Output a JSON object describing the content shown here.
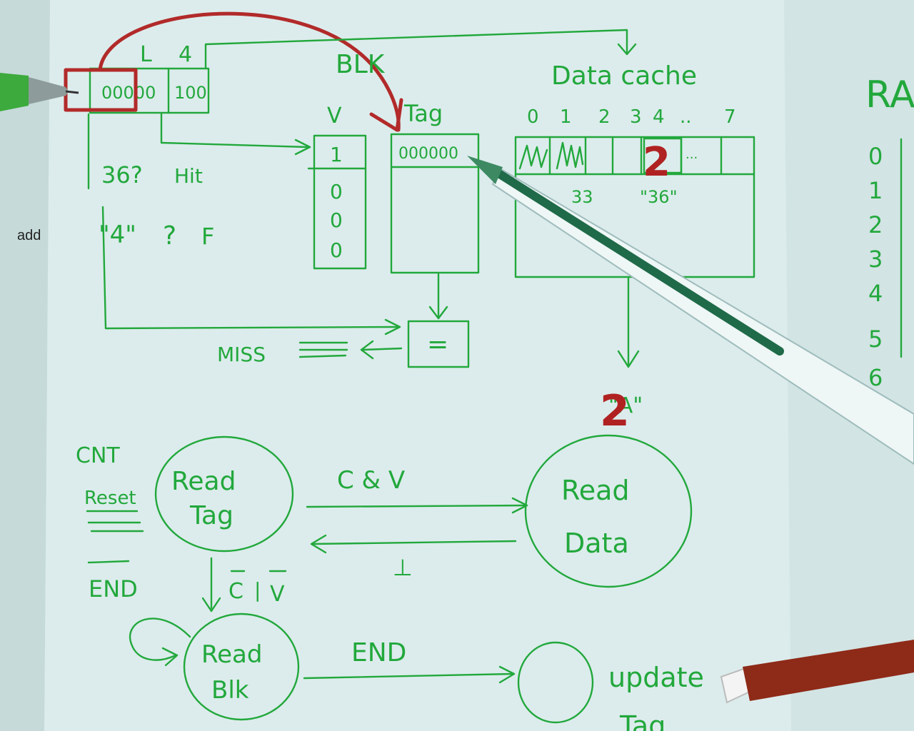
{
  "address": {
    "field_l": "L",
    "field_4": "4",
    "bits_left": "00000",
    "bits_right": "100"
  },
  "blk_label": "BLK",
  "valid_column": {
    "header": "V",
    "values": [
      "1",
      "0",
      "0",
      "0"
    ]
  },
  "tag_column": {
    "header": "Tag",
    "first_value": "000000"
  },
  "data_cache": {
    "title": "Data cache",
    "index_labels": [
      "0",
      "1",
      "2",
      "3",
      "4",
      "..",
      "7"
    ],
    "cell_note": "...",
    "value_33": "33",
    "value_36": "\"36\""
  },
  "notes": {
    "q36": "36?",
    "hit": "Hit",
    "q4": "\"4\"",
    "q_mark": "?",
    "f": "F"
  },
  "compare_symbol": "=",
  "miss_label": "MISS",
  "output_value": "\"A\"",
  "red_marks": {
    "cell_overwrite": "2",
    "output_overwrite": "2"
  },
  "fsm": {
    "cnt": "CNT",
    "reset": "Reset",
    "end_bar": "END",
    "read_tag_line1": "Read",
    "read_tag_line2": "Tag",
    "read_data_line1": "Read",
    "read_data_line2": "Data",
    "read_blk_line1": "Read",
    "read_blk_line2": "Blk",
    "cond_cv": "C & V",
    "cond_perp": "⊥",
    "cond_not_c": "C",
    "cond_sep": "|",
    "cond_not_v": "V",
    "cond_end": "END",
    "update_line1": "update",
    "update_line2": "Tag"
  },
  "background_text": {
    "add": "add",
    "ram": "RAM",
    "ram_rows": [
      "0",
      "1",
      "2",
      "3",
      "4",
      "5",
      "6"
    ]
  }
}
